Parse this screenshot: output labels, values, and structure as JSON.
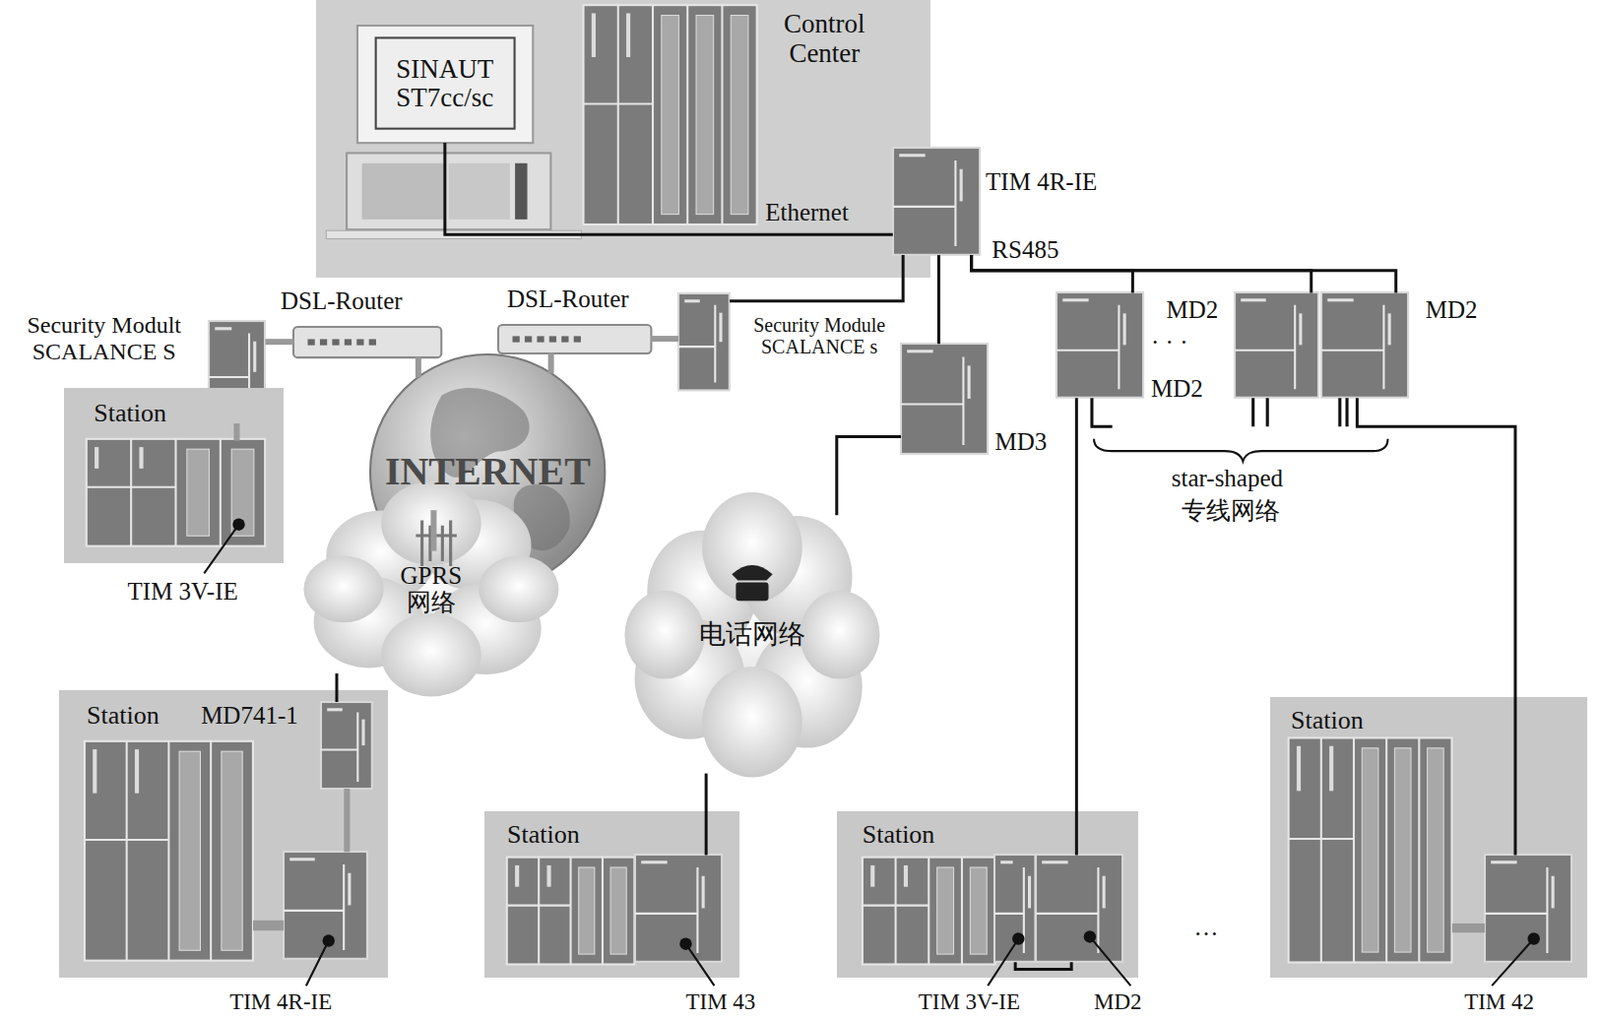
{
  "diagram": {
    "nodes": [
      {
        "text": [
          "Control Center"
        ]
      },
      {
        "text": [
          "SINAUT ST7cc/sc"
        ],
        "in": 0
      },
      {
        "text": [
          "TIM 4R-IE"
        ]
      },
      {
        "text": [
          "Security Module SCALANCE s"
        ]
      },
      {
        "text": [
          "DSL-Router"
        ]
      },
      {
        "text": [
          "INTERNET"
        ]
      },
      {
        "text": [
          "DSL-Router"
        ]
      },
      {
        "text": [
          "Security Modult SCALANCE S"
        ]
      },
      {
        "text": [
          "Station"
        ]
      },
      {
        "text": [
          "GPRS 网络"
        ]
      },
      {
        "text": [
          "电话网络"
        ]
      },
      {
        "text": [
          "MD3"
        ]
      },
      {
        "text": [
          "MD2"
        ]
      },
      {
        "text": [
          "MD2"
        ]
      },
      {
        "text": [
          "MD2"
        ]
      },
      {
        "text": [
          "Station"
        ]
      },
      {
        "text": [
          "MD741-1"
        ],
        "in": 15
      },
      {
        "text": [
          "TIM 4R-IE"
        ],
        "in": 15
      },
      {
        "text": [
          "Station"
        ]
      },
      {
        "text": [
          "TIM 43"
        ],
        "in": 18
      },
      {
        "text": [
          "Station"
        ]
      },
      {
        "text": [
          "TIM 3V-IE"
        ],
        "in": 20
      },
      {
        "text": [
          "MD2"
        ],
        "in": 20
      },
      {
        "text": [
          "Station"
        ]
      },
      {
        "text": [
          "TIM 42"
        ],
        "in": 23
      }
    ],
    "edges": [
      {
        "from": 1,
        "to": 2,
        "label": "Ethernet",
        "arrow": "none"
      },
      {
        "from": 2,
        "to": 3,
        "arrow": "none"
      },
      {
        "from": 3,
        "to": 4,
        "arrow": "none"
      },
      {
        "from": 4,
        "to": 5,
        "arrow": "none"
      },
      {
        "from": 5,
        "to": 6,
        "arrow": "none"
      },
      {
        "from": 6,
        "to": 7,
        "arrow": "none"
      },
      {
        "from": 7,
        "to": 8,
        "arrow": "none"
      },
      {
        "from": 5,
        "to": 9,
        "arrow": "none"
      },
      {
        "from": 9,
        "to": 16,
        "arrow": "none"
      },
      {
        "from": 16,
        "to": 17,
        "arrow": "none"
      },
      {
        "from": 2,
        "to": 11,
        "arrow": "none"
      },
      {
        "from": 11,
        "to": 10,
        "arrow": "none"
      },
      {
        "from": 10,
        "to": 19,
        "arrow": "none"
      },
      {
        "from": 2,
        "to": 12,
        "arrow": "none"
      },
      {
        "from": 2,
        "to": 13,
        "arrow": "none"
      },
      {
        "from": 2,
        "to": 14,
        "arrow": "none"
      },
      {
        "from": 12,
        "to": 22,
        "arrow": "none"
      },
      {
        "from": 14,
        "to": 24,
        "arrow": "none"
      },
      {
        "from": 21,
        "to": 22,
        "arrow": "none"
      }
    ],
    "labels": [
      "RS485",
      "· · ·",
      "star-shaped",
      "专线网络",
      "TIM 3V-IE",
      "…"
    ]
  }
}
